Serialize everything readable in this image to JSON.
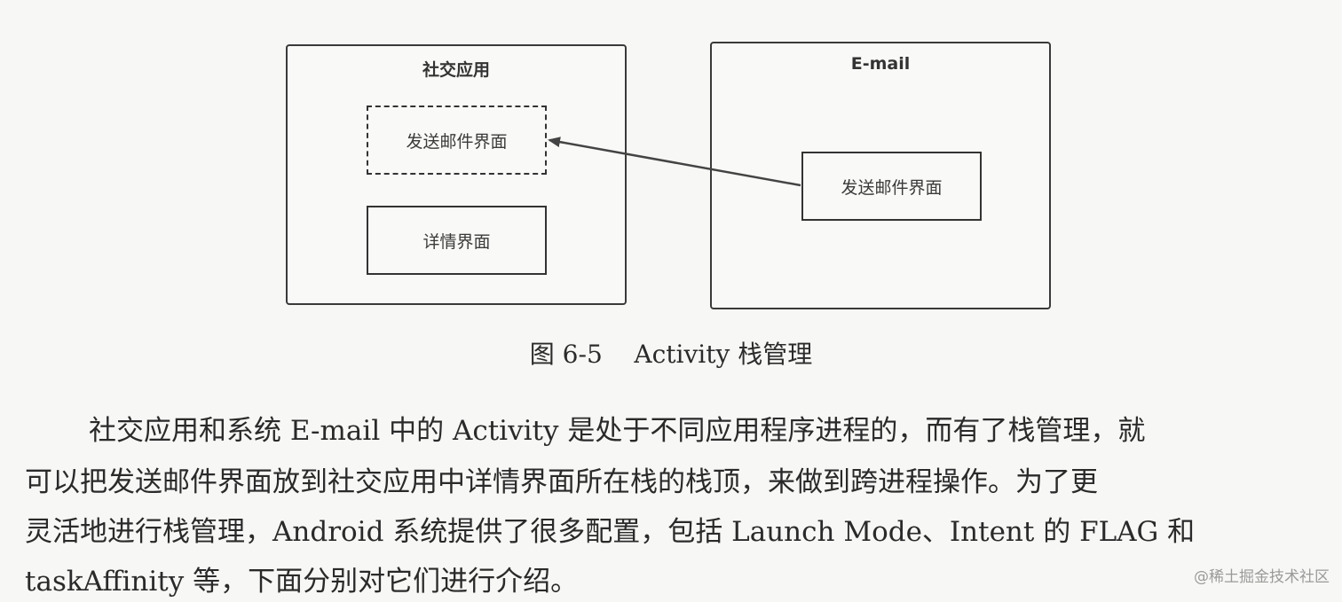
{
  "diagram": {
    "social_app": {
      "title": "社交应用",
      "send_mail_label": "发送邮件界面",
      "detail_label": "详情界面"
    },
    "email_app": {
      "title": "E-mail",
      "send_mail_label": "发送邮件界面"
    }
  },
  "caption": "图 6-5    Activity 栈管理",
  "paragraph": {
    "line1": "社交应用和系统 E-mail 中的 Activity 是处于不同应用程序进程的，而有了栈管理，就",
    "line2": "可以把发送邮件界面放到社交应用中详情界面所在栈的栈顶，来做到跨进程操作。为了更",
    "line3": "灵活地进行栈管理，Android 系统提供了很多配置，包括 Launch Mode、Intent 的 FLAG 和",
    "line4": "taskAffinity 等，下面分别对它们进行介绍。"
  },
  "watermark": "@稀土掘金技术社区"
}
